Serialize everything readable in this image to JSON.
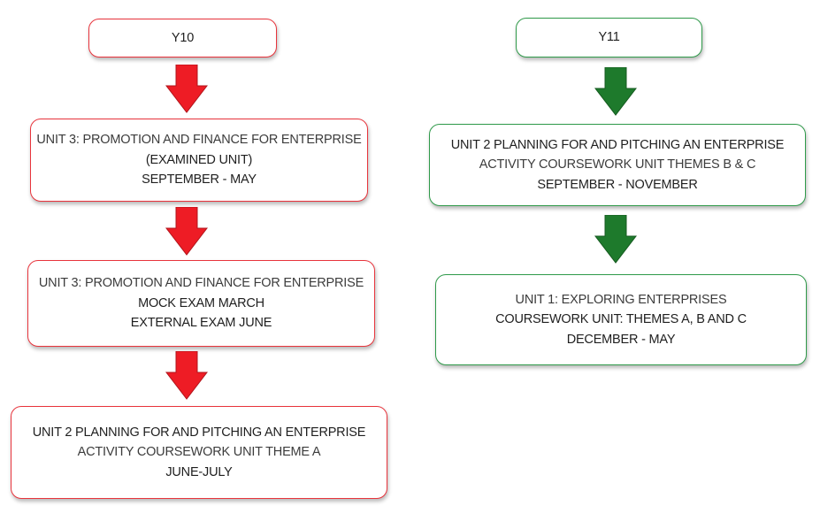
{
  "y10": {
    "title": "Y10",
    "boxes": [
      {
        "lines": [
          "UNIT 3: PROMOTION AND FINANCE FOR ENTERPRISE",
          "(EXAMINED UNIT)",
          "SEPTEMBER - MAY"
        ]
      },
      {
        "lines": [
          "UNIT 3: PROMOTION AND FINANCE FOR ENTERPRISE",
          "MOCK EXAM MARCH",
          "EXTERNAL EXAM JUNE"
        ]
      },
      {
        "lines": [
          "UNIT 2 PLANNING FOR AND PITCHING AN ENTERPRISE",
          "ACTIVITY COURSEWORK UNIT THEME A",
          "JUNE-JULY"
        ]
      }
    ]
  },
  "y11": {
    "title": "Y11",
    "boxes": [
      {
        "lines": [
          "UNIT 2 PLANNING FOR AND PITCHING AN ENTERPRISE",
          "ACTIVITY COURSEWORK UNIT THEMES B & C",
          "SEPTEMBER - NOVEMBER"
        ]
      },
      {
        "lines": [
          "UNIT 1: EXPLORING ENTERPRISES",
          "COURSEWORK UNIT: THEMES A, B AND C",
          "DECEMBER - MAY"
        ]
      }
    ]
  },
  "colors": {
    "y10_border": "#e8343c",
    "y10_arrow": "#ee1c25",
    "y11_border": "#2f9a4a",
    "y11_arrow": "#1e7a2c"
  },
  "icons": {
    "y10_arrow": "down-arrow-icon",
    "y11_arrow": "down-arrow-icon"
  }
}
